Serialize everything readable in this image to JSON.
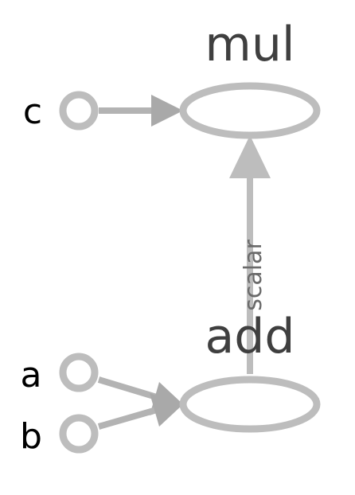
{
  "diagram": {
    "type": "computation-graph",
    "nodes": {
      "mul": {
        "label": "mul"
      },
      "add": {
        "label": "add"
      }
    },
    "inputs": {
      "a": {
        "label": "a"
      },
      "b": {
        "label": "b"
      },
      "c": {
        "label": "c"
      }
    },
    "edges": [
      {
        "from": "c",
        "to": "mul"
      },
      {
        "from": "a",
        "to": "add"
      },
      {
        "from": "b",
        "to": "add"
      },
      {
        "from": "add",
        "to": "mul",
        "label": "scalar"
      }
    ],
    "colors": {
      "node_stroke": "#bdbdbd",
      "edge": "#b3b3b3",
      "op_text": "#3f3f3f",
      "input_text": "#000000",
      "edge_text": "#6a6a6a"
    }
  }
}
